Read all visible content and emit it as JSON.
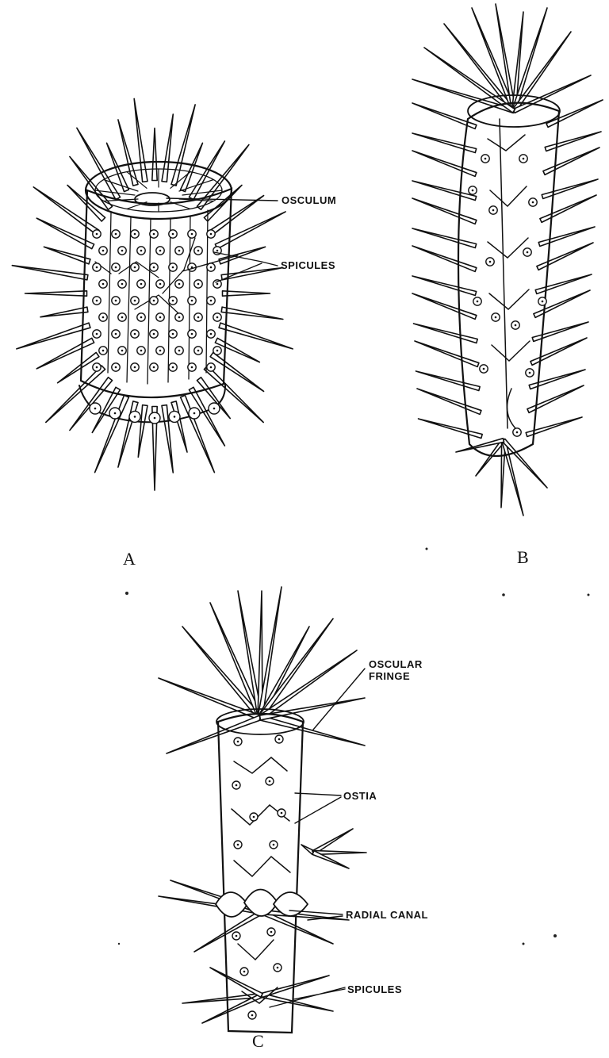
{
  "figures": {
    "a": {
      "panel": "A",
      "labels": {
        "osculum": "OSCULUM",
        "spicules": "SPICULES"
      }
    },
    "b": {
      "panel": "B"
    },
    "c": {
      "panel": "C",
      "labels": {
        "oscular_fringe_1": "OSCULAR",
        "oscular_fringe_2": "FRINGE",
        "ostia": "OSTIA",
        "radial_canal": "RADIAL CANAL",
        "spicules": "SPICULES"
      }
    }
  }
}
